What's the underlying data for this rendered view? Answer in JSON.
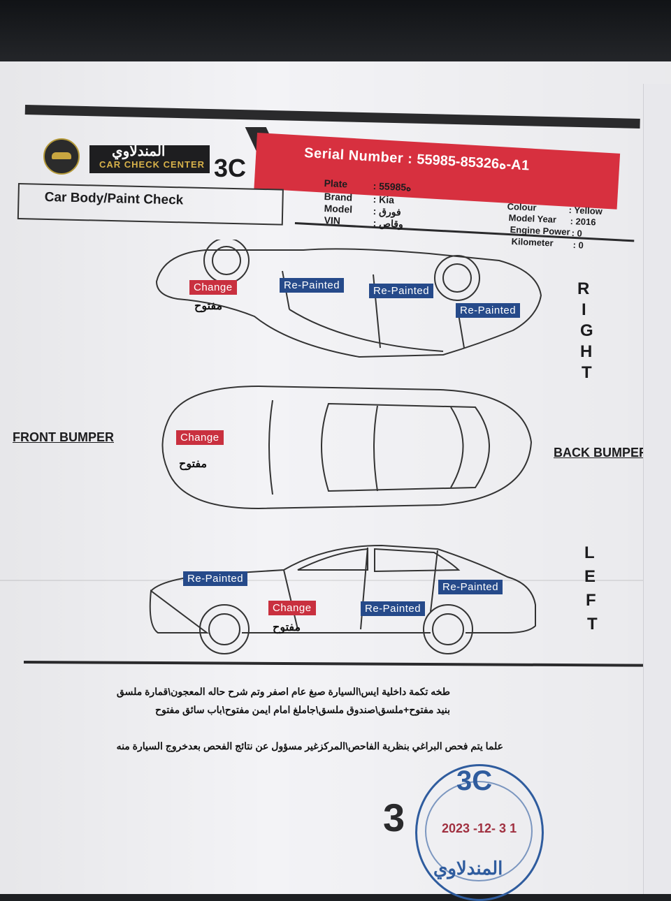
{
  "header": {
    "brand_ar": "المندلاوي",
    "brand_en": "CAR CHECK CENTER",
    "brand_code": "3C",
    "serial_label": "Serial Number :",
    "serial_value": "ه85326-55985-A1",
    "title": "Car Body/Paint Check"
  },
  "vehicle": {
    "plate_label": "Plate",
    "plate_value": ": ه55985",
    "brand_label": "Brand",
    "brand_value": ": Kia",
    "model_label": "Model",
    "model_value": ": فورق",
    "vin_label": "VIN",
    "vin_value": ": وقاص",
    "colour_label": "Colour",
    "colour_value": ": Yellow",
    "year_label": "Model Year",
    "year_value": ": 2016",
    "engine_label": "Engine Power",
    "engine_value": ": 0",
    "km_label": "Kilometer",
    "km_value": ": 0"
  },
  "diagram": {
    "right_letters": [
      "R",
      "I",
      "G",
      "H",
      "T"
    ],
    "left_letters": [
      "L",
      "E",
      "F",
      "T"
    ],
    "front_bumper": "FRONT BUMPER",
    "back_bumper": "BACK BUMPER",
    "tags": {
      "right_change": "Change",
      "right_repaint_1": "Re-Painted",
      "right_repaint_2": "Re-Painted",
      "right_repaint_3": "Re-Painted",
      "top_change": "Change",
      "left_repaint_1": "Re-Painted",
      "left_change": "Change",
      "left_repaint_2": "Re-Painted",
      "left_repaint_3": "Re-Painted"
    },
    "notes": {
      "right_note": "مفتوح",
      "top_note": "مفتوح",
      "left_note": "مفتوح"
    }
  },
  "remarks": {
    "line1": "طخه تكمة داخلية ايس\\السيارة صبغ عام اصفر وتم شرح حاله المعجون\\قمارة ملسق",
    "line2": "بنيد مفتوح+ملسق\\صندوق ملسق\\جاملغ امام ايمن مفتوح\\باب سائق مفتوح",
    "line3": "علما يتم فحص البراغي بنظرية الفاحص\\المركزغير مسؤول عن نتائج الفحص بعدخروج السيارة منه"
  },
  "stamp": {
    "code": "3C",
    "date": "2023 -12- 3 1",
    "name_ar": "المندلاوي",
    "mark": "3"
  }
}
